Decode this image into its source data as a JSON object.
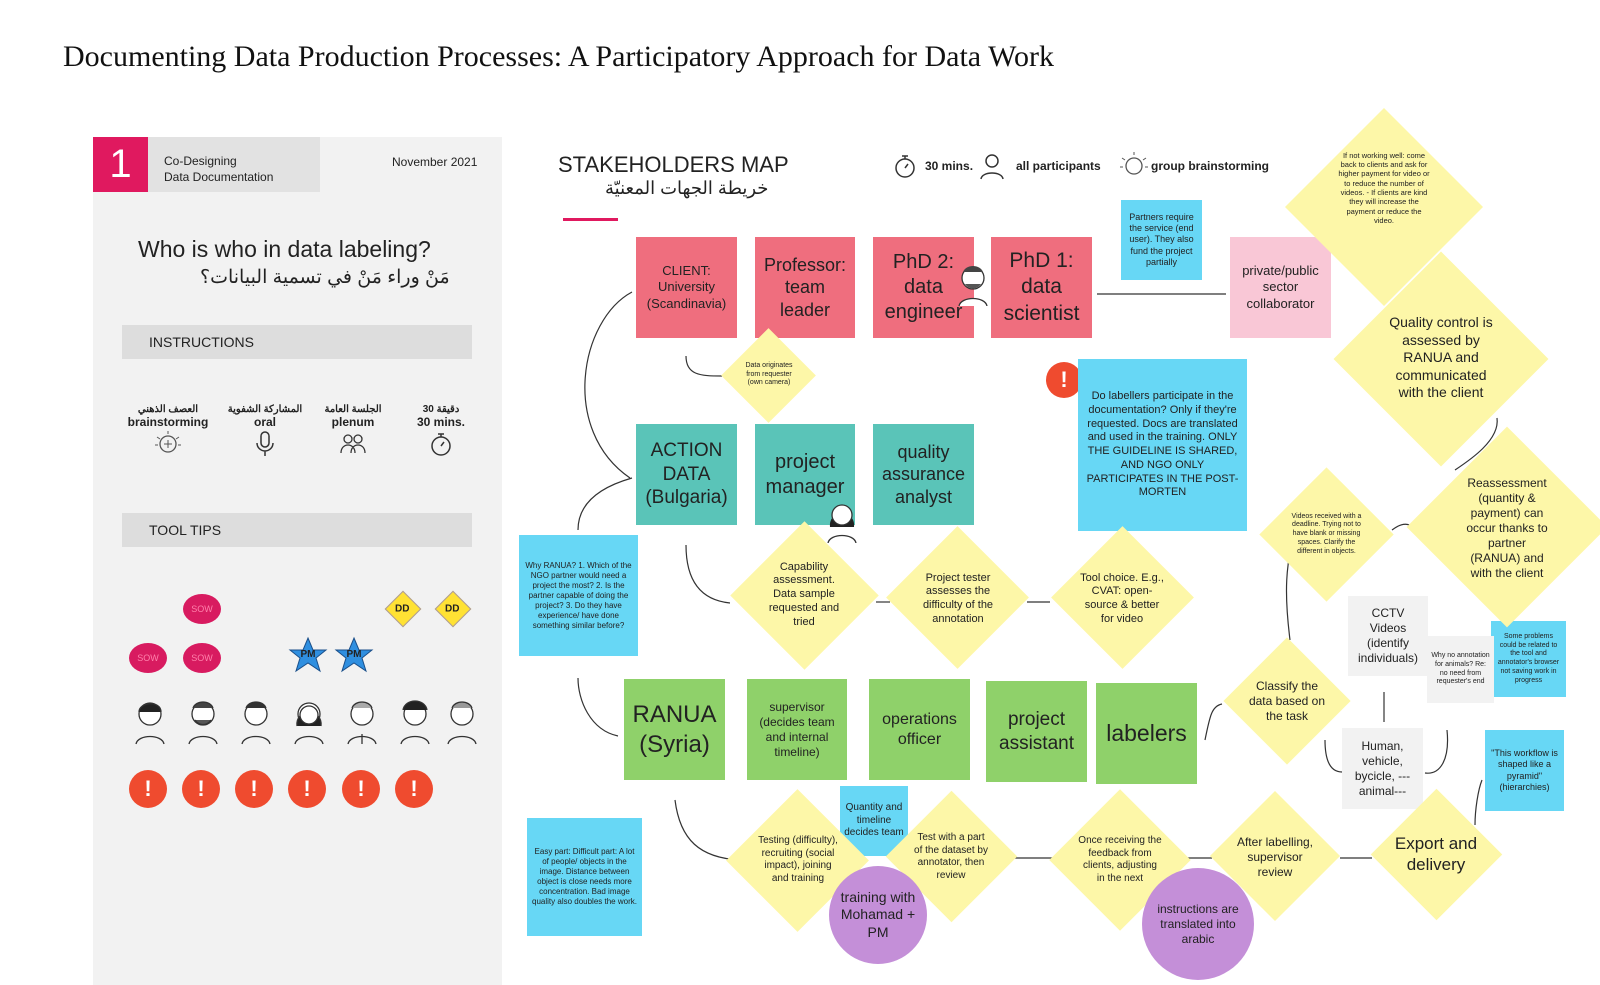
{
  "page": {
    "title": "Documenting Data Production Processes: A Participatory Approach for Data Work"
  },
  "left": {
    "number": "1",
    "codesign_line1": "Co-Designing",
    "codesign_line2": "Data Documentation",
    "date": "November 2021",
    "question_en": "Who is who in data labeling?",
    "question_ar": "مَنْ وراء مَنْ في تسمية البيانات؟",
    "instructions_label": "INSTRUCTIONS",
    "instructions": [
      {
        "ar": "العصف الذهني",
        "en": "brainstorming",
        "icon": "brain-bulb-icon"
      },
      {
        "ar": "المشاركة الشفوية",
        "en": "oral",
        "icon": "microphone-icon"
      },
      {
        "ar": "الجلسة العامة",
        "en": "plenum",
        "icon": "group-icon"
      },
      {
        "ar": "30 دقيقة",
        "en": "30 mins.",
        "icon": "stopwatch-icon"
      }
    ],
    "tooltips_label": "TOOL TIPS",
    "sow_label": "SOW",
    "dd_label": "DD",
    "pm_label": "PM",
    "alert_glyph": "!"
  },
  "map": {
    "title_en": "STAKEHOLDERS MAP",
    "title_ar": "خريطة الجهات المعنيّة",
    "meta_time": "30 mins.",
    "meta_people": "all participants",
    "meta_mode": "group brainstorming",
    "pink_notes": [
      "CLIENT: University (Scandinavia)",
      "Professor: team leader",
      "PhD 2: data engineer",
      "PhD 1: data scientist"
    ],
    "collaborator": "private/public sector collaborator",
    "partners_note": "Partners require the service (end user). They also fund the project partially",
    "teal_notes": [
      "ACTION DATA (Bulgaria)",
      "project manager",
      "quality assurance analyst"
    ],
    "green_notes": [
      "RANUA (Syria)",
      "supervisor (decides team and internal timeline)",
      "operations officer",
      "project assistant",
      "labelers"
    ],
    "cyan_question": "Do labellers participate in the documentation? Only if they're requested. Docs are translated and used in the training. ONLY THE GUIDELINE IS SHARED, AND NGO ONLY PARTICIPATES IN THE POST-MORTEN",
    "why_ranua": "Why RANUA? 1. Which of the NGO partner would need a project the most? 2. Is the partner capable of doing the project? 3. Do they have experience/ have done something similar before?",
    "easy_part": "Easy part: Difficult part: A lot of people/ objects in the image. Distance between object is close needs more concentration. Bad image quality also doubles the work.",
    "quantity_note": "Quantity and timeline decides team",
    "diamonds": {
      "data_origin": "Data originates from requester (own camera)",
      "capability": "Capability assessment. Data sample requested and tried",
      "tester": "Project tester assesses the difficulty of the annotation",
      "tool": "Tool choice. E.g., CVAT: open-source & better for video",
      "testing": "Testing (difficulty), recruiting (social impact), joining and training",
      "test_part": "Test with a part of the dataset by annotator, then review",
      "feedback": "Once receiving the feedback from clients, adjusting in the next",
      "after": "After labelling, supervisor review",
      "export": "Export and delivery",
      "classify": "Classify the data based on the task",
      "videos": "Videos received with a deadline. Trying not to have blank or missing spaces. Clarify the different in objects.",
      "reassess": "Reassessment (quantity & payment) can occur thanks to partner (RANUA) and with the client",
      "quality": "Quality control is assessed by RANUA and communicated with the client",
      "not_working": "If not working well: come back to clients and ask for higher payment for video or to reduce the number of videos. - If clients are kind they will increase the payment or reduce the video."
    },
    "circles": [
      "training with Mohamad + PM",
      "instructions are translated into arabic"
    ],
    "grey_notes": [
      "CCTV Videos (identify individuals)",
      "Why no annotation for animals? Re: no need from requester's end",
      "Human, vehicle, bycicle, --- animal---"
    ],
    "small_cyan": [
      "Some problems could be related to the tool and annotator's browser not saving work in progress",
      "\"This workflow is shaped like a pyramid\" (hierarchies)"
    ]
  }
}
